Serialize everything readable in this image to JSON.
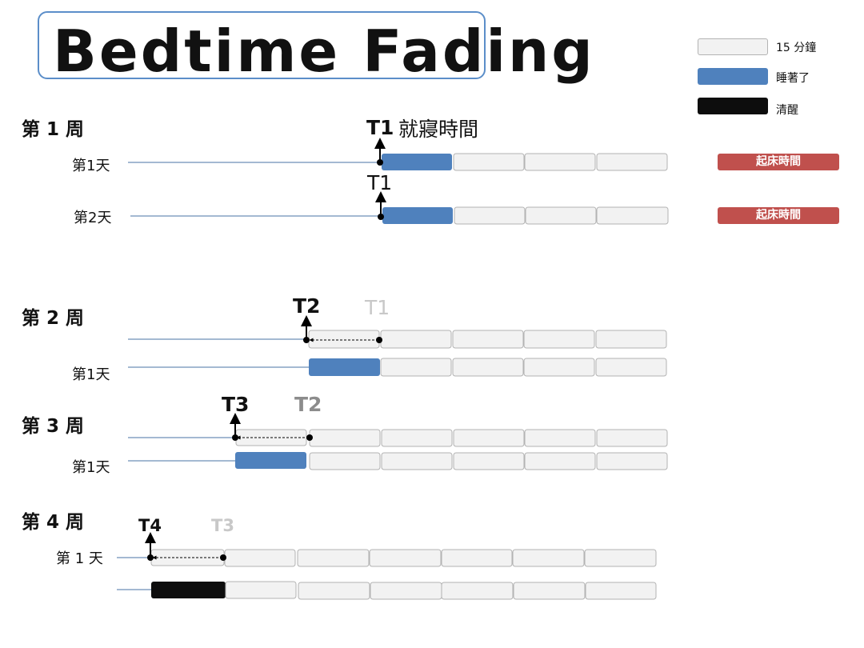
{
  "title": "Bedtime Fading",
  "legend": [
    {
      "label": "15 分鐘",
      "color": "#f2f2f2"
    },
    {
      "label": "睡著了",
      "color": "#4f81bd"
    },
    {
      "label": "清醒",
      "color": "#0d0d0d"
    }
  ],
  "weeks": [
    {
      "label": "第 1 周",
      "days": [
        "第1天",
        "第2天"
      ],
      "bedtime_label": "就寢時間",
      "markers": [
        "T1",
        "T1"
      ],
      "wake_labels": [
        "起床時間",
        "起床時間"
      ]
    },
    {
      "label": "第 2 周",
      "days": [
        "第1天"
      ],
      "markers": [
        "T2",
        "T1"
      ]
    },
    {
      "label": "第 3 周",
      "days": [
        "第1天"
      ],
      "markers": [
        "T3",
        "T2"
      ]
    },
    {
      "label": "第 4 周",
      "days": [
        "第 1 天"
      ],
      "markers": [
        "T4",
        "T3"
      ]
    }
  ],
  "colors": {
    "accent_border": "#5b8ec9",
    "line": "#4a73a4",
    "slot": "#f2f2f2",
    "slot_border": "#b3b3b3",
    "asleep": "#4f81bd",
    "awake": "#0d0d0d",
    "wake": "#c0504d",
    "faded_light": "#c8c8c8",
    "faded_dark": "#8c8c8c"
  }
}
